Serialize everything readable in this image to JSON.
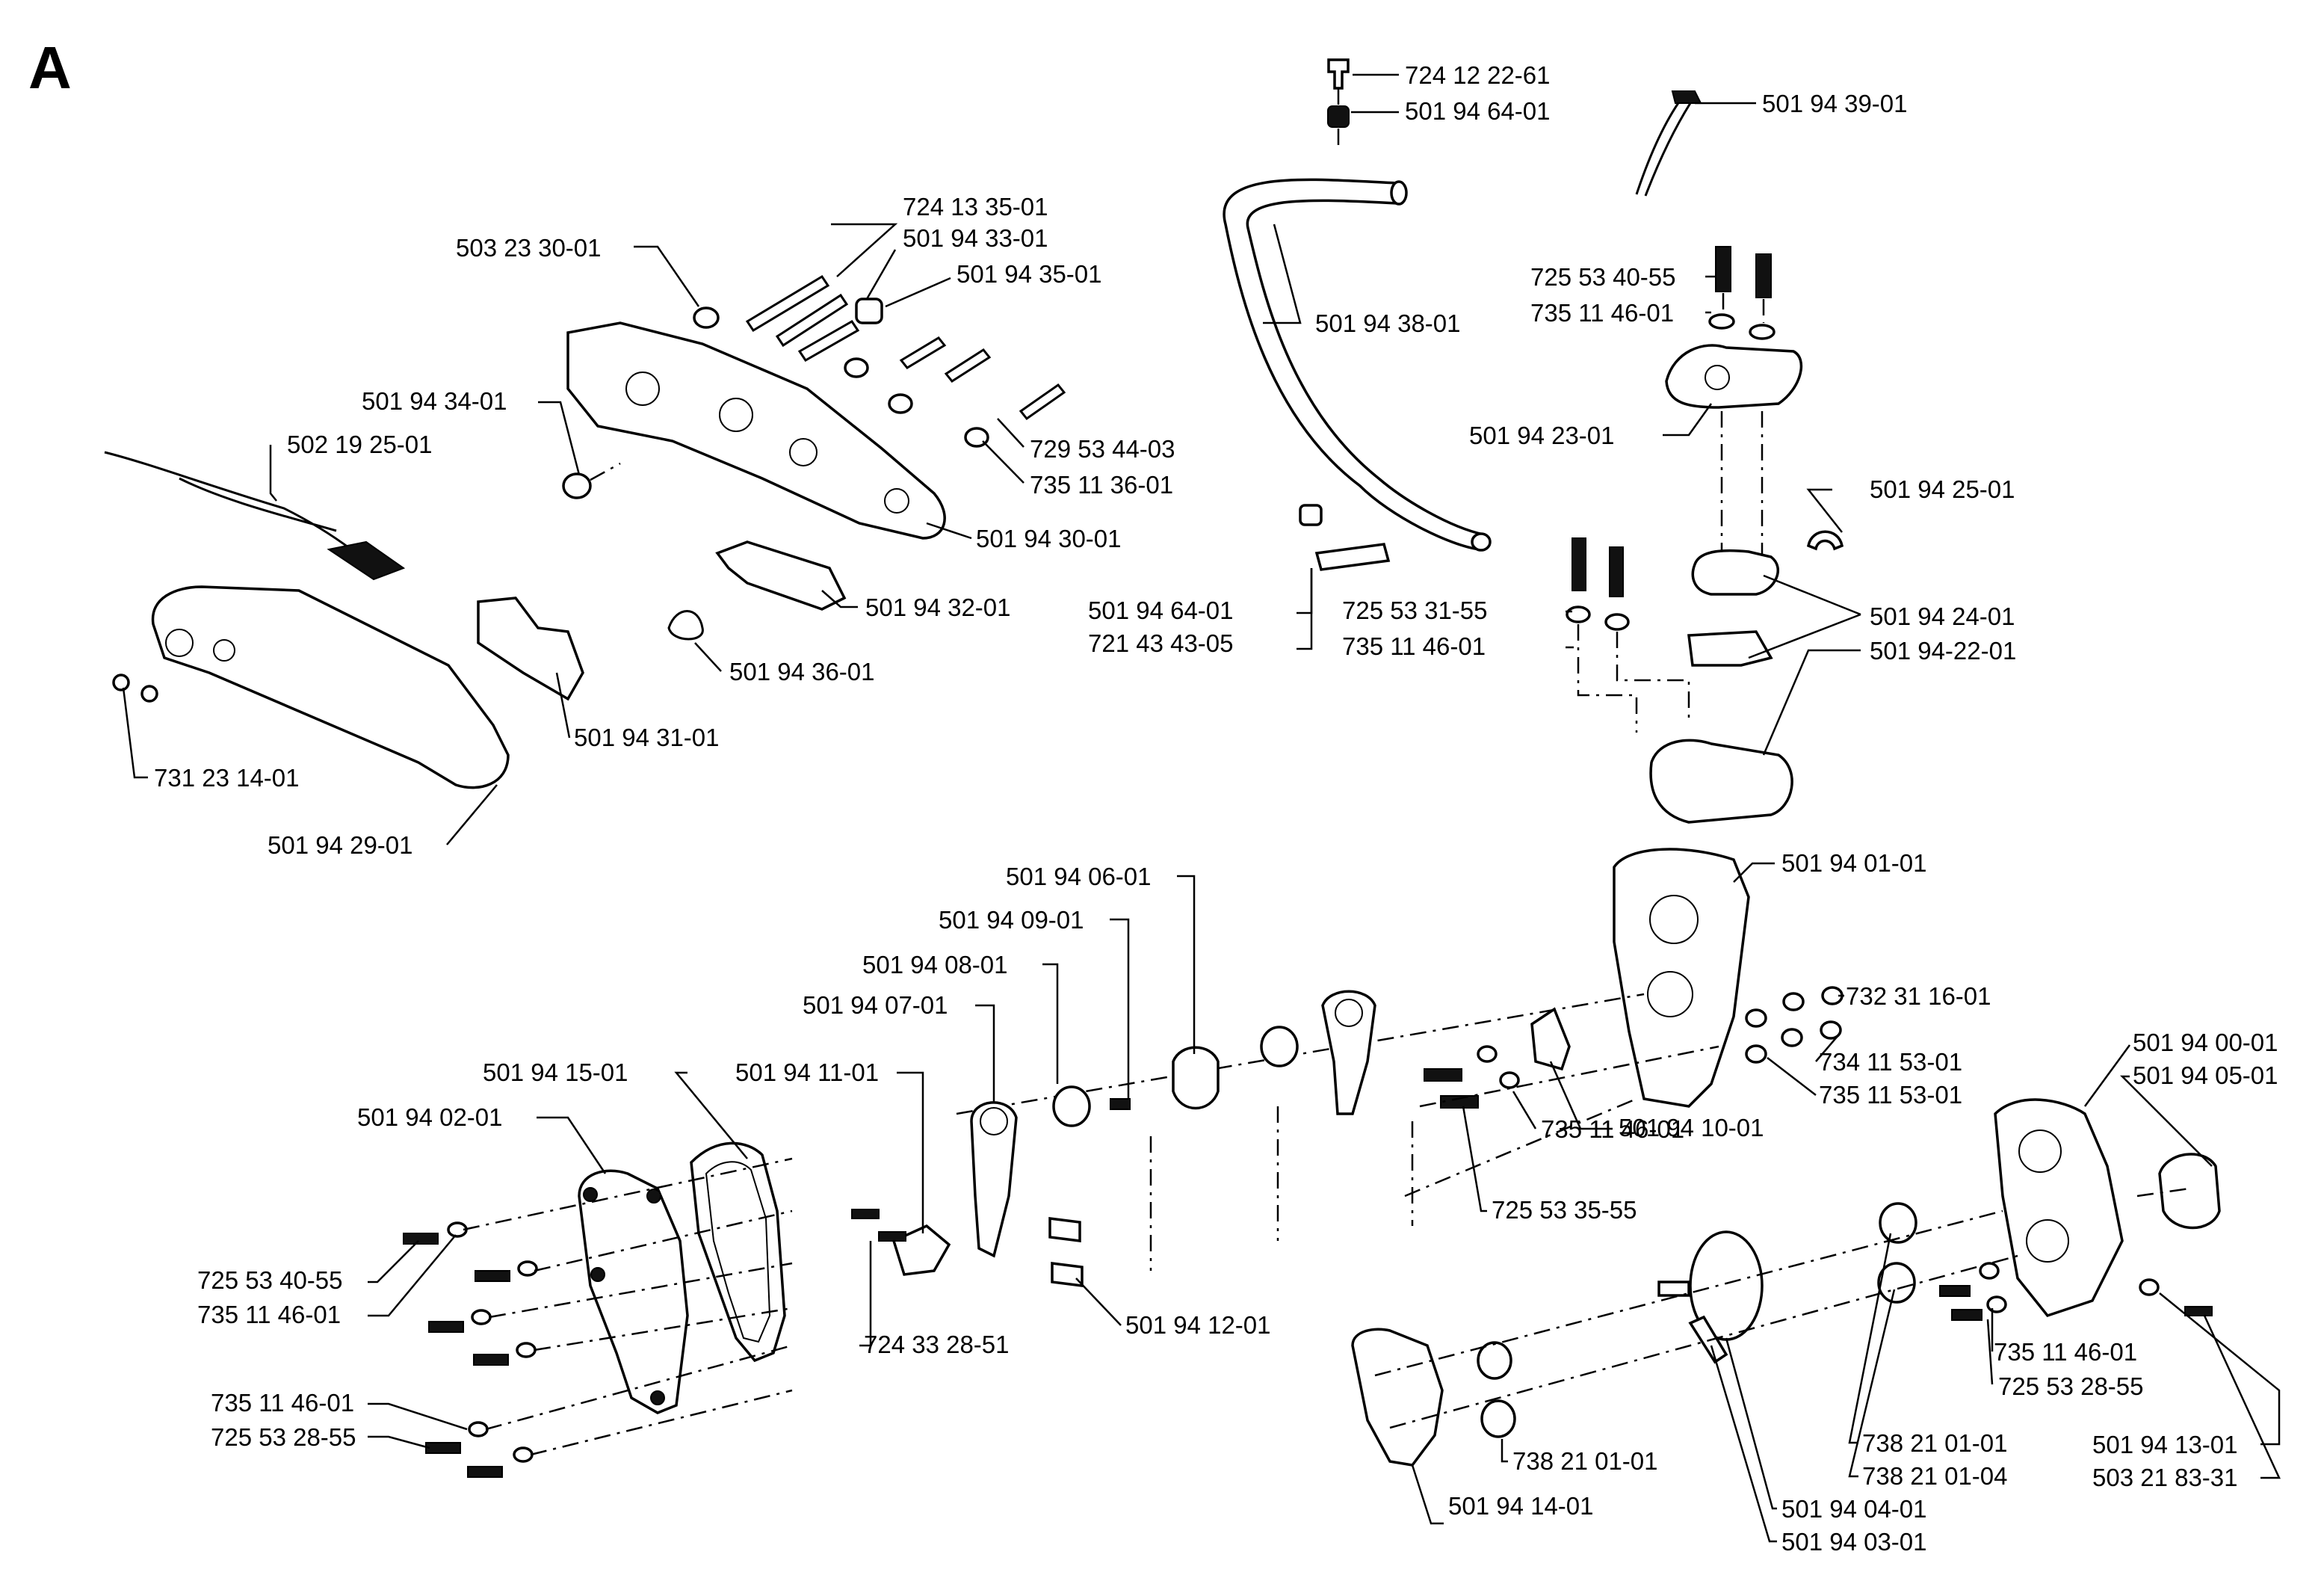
{
  "section_letter": "A",
  "callouts": {
    "c_724_12_22_61": "724 12 22-61",
    "c_501_94_64_01_top": "501 94 64-01",
    "c_501_94_39_01": "501 94 39-01",
    "c_724_13_35_01": "724 13 35-01",
    "c_503_23_30_01": "503 23 30-01",
    "c_501_94_33_01": "501 94 33-01",
    "c_501_94_35_01": "501 94 35-01",
    "c_501_94_38_01": "501 94 38-01",
    "c_725_53_40_55_top": "725 53 40-55",
    "c_735_11_46_01_top": "735 11 46-01",
    "c_501_94_34_01": "501 94 34-01",
    "c_502_19_25_01": "502 19 25-01",
    "c_501_94_23_01": "501 94 23-01",
    "c_729_53_44_03": "729 53 44-03",
    "c_735_11_36_01": "735 11 36-01",
    "c_501_94_25_01": "501 94 25-01",
    "c_501_94_30_01": "501 94 30-01",
    "c_501_94_32_01": "501 94 32-01",
    "c_501_94_64_01_mid": "501 94 64-01",
    "c_725_53_31_55": "725 53 31-55",
    "c_501_94_24_01": "501 94 24-01",
    "c_721_43_43_05": "721 43 43-05",
    "c_735_11_46_01_mid": "735 11 46-01",
    "c_501_94_22_01": "501 94-22-01",
    "c_501_94_36_01": "501 94 36-01",
    "c_501_94_31_01": "501 94 31-01",
    "c_731_23_14_01": "731 23 14-01",
    "c_501_94_29_01": "501 94 29-01",
    "c_501_94_01_01": "501 94 01-01",
    "c_501_94_06_01": "501 94 06-01",
    "c_501_94_09_01": "501 94 09-01",
    "c_501_94_08_01": "501 94 08-01",
    "c_732_31_16_01": "732 31 16-01",
    "c_501_94_07_01": "501 94 07-01",
    "c_501_94_00_01": "501 94 00-01",
    "c_501_94_05_01": "501 94 05-01",
    "c_734_11_53_01": "734 11 53-01",
    "c_501_94_15_01": "501 94 15-01",
    "c_501_94_11_01": "501 94 11-01",
    "c_735_11_53_01": "735 11 53-01",
    "c_501_94_02_01": "501 94 02-01",
    "c_501_94_10_01": "501 94 10-01",
    "c_735_11_46_01_gear": "735 11 46-01",
    "c_725_53_35_55": "725 53 35-55",
    "c_725_53_40_55_left": "725 53 40-55",
    "c_735_11_46_01_left": "735 11 46-01",
    "c_501_94_12_01": "501 94 12-01",
    "c_724_33_28_51": "724 33 28-51",
    "c_735_11_46_01_right": "735 11 46-01",
    "c_725_53_28_55_right": "725 53 28-55",
    "c_735_11_46_01_lower": "735 11 46-01",
    "c_725_53_28_55_lower": "725 53 28-55",
    "c_738_21_01_01_a": "738 21 01-01",
    "c_738_21_01_04": "738 21 01-04",
    "c_501_94_13_01": "501 94 13-01",
    "c_503_21_83_31": "503 21 83-31",
    "c_738_21_01_01_b": "738 21 01-01",
    "c_501_94_14_01": "501 94 14-01",
    "c_501_94_04_01": "501 94 04-01",
    "c_501_94_03_01": "501 94 03-01"
  }
}
